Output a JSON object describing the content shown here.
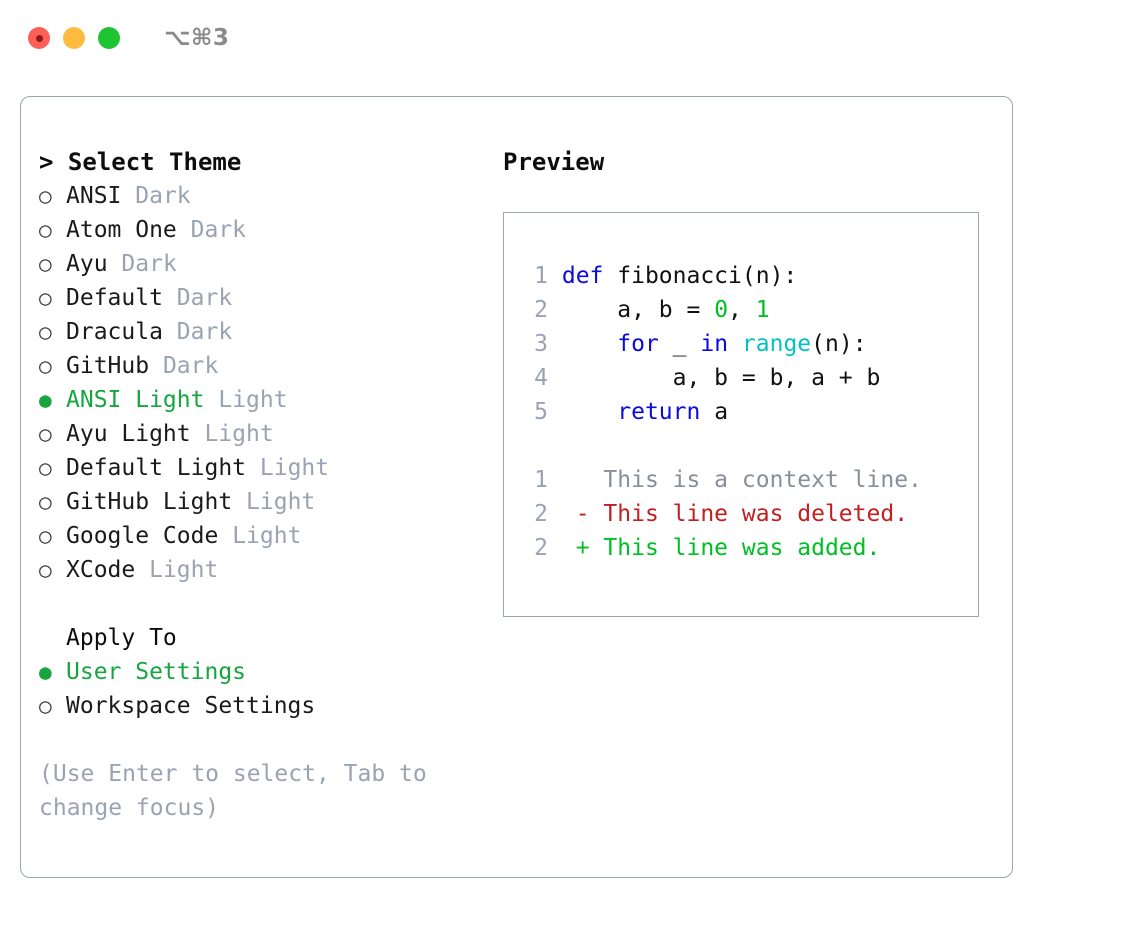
{
  "titlebar": {
    "shortcut": "⌥⌘3",
    "buttons": [
      {
        "name": "close",
        "color": "#fc6058"
      },
      {
        "name": "minimize",
        "color": "#fdbc40"
      },
      {
        "name": "maximize",
        "color": "#1ec431"
      }
    ]
  },
  "theme_panel": {
    "header_marker": ">",
    "header_label": "Select Theme",
    "selected_marker": "●",
    "unselected_marker": "○",
    "items": [
      {
        "marker": "○",
        "label": "ANSI",
        "category": "Dark",
        "selected": false
      },
      {
        "marker": "○",
        "label": "Atom One",
        "category": "Dark",
        "selected": false
      },
      {
        "marker": "○",
        "label": "Ayu",
        "category": "Dark",
        "selected": false
      },
      {
        "marker": "○",
        "label": "Default",
        "category": "Dark",
        "selected": false
      },
      {
        "marker": "○",
        "label": "Dracula",
        "category": "Dark",
        "selected": false
      },
      {
        "marker": "○",
        "label": "GitHub",
        "category": "Dark",
        "selected": false
      },
      {
        "marker": "●",
        "label": "ANSI Light",
        "category": "Light",
        "selected": true
      },
      {
        "marker": "○",
        "label": "Ayu Light",
        "category": "Light",
        "selected": false
      },
      {
        "marker": "○",
        "label": "Default Light",
        "category": "Light",
        "selected": false
      },
      {
        "marker": "○",
        "label": "GitHub Light",
        "category": "Light",
        "selected": false
      },
      {
        "marker": "○",
        "label": "Google Code",
        "category": "Light",
        "selected": false
      },
      {
        "marker": "○",
        "label": "XCode",
        "category": "Light",
        "selected": false
      }
    ]
  },
  "apply_to": {
    "header_marker": " ",
    "header_label": "Apply To",
    "items": [
      {
        "marker": "●",
        "label": "User Settings",
        "selected": true
      },
      {
        "marker": "○",
        "label": "Workspace Settings",
        "selected": false
      }
    ]
  },
  "hint": "(Use Enter to select, Tab to change focus)",
  "preview": {
    "title": "Preview",
    "code_lines": [
      {
        "num": "1",
        "tokens": [
          {
            "t": "def",
            "c": "kw"
          },
          {
            "t": " fibonacci(n):",
            "c": "plain"
          }
        ]
      },
      {
        "num": "2",
        "tokens": [
          {
            "t": "    a, b = ",
            "c": "plain"
          },
          {
            "t": "0",
            "c": "num"
          },
          {
            "t": ", ",
            "c": "plain"
          },
          {
            "t": "1",
            "c": "num"
          }
        ]
      },
      {
        "num": "3",
        "tokens": [
          {
            "t": "    ",
            "c": "plain"
          },
          {
            "t": "for",
            "c": "kw"
          },
          {
            "t": " _ ",
            "c": "plain"
          },
          {
            "t": "in",
            "c": "kw"
          },
          {
            "t": " ",
            "c": "plain"
          },
          {
            "t": "range",
            "c": "fn"
          },
          {
            "t": "(n):",
            "c": "plain"
          }
        ]
      },
      {
        "num": "4",
        "tokens": [
          {
            "t": "        a, b = b, a + b",
            "c": "plain"
          }
        ]
      },
      {
        "num": "5",
        "tokens": [
          {
            "t": "    ",
            "c": "plain"
          },
          {
            "t": "return",
            "c": "kw"
          },
          {
            "t": " a",
            "c": "plain"
          }
        ]
      },
      {
        "num": "",
        "tokens": []
      },
      {
        "num": "1",
        "tokens": [
          {
            "t": "   This is a context line.",
            "c": "ctx"
          }
        ]
      },
      {
        "num": "2",
        "tokens": [
          {
            "t": " - This line was deleted.",
            "c": "del"
          }
        ]
      },
      {
        "num": "2",
        "tokens": [
          {
            "t": " + This line was added.",
            "c": "add"
          }
        ]
      }
    ]
  },
  "colors": {
    "accent_green": "#16a63f",
    "muted": "#9aa3b2",
    "border": "#9aa5b6",
    "keyword_blue": "#0a0ae0",
    "function_cyan": "#00c3c3",
    "number_green": "#00bf23",
    "diff_delete_red": "#c22020",
    "diff_add_green": "#00bf23"
  }
}
